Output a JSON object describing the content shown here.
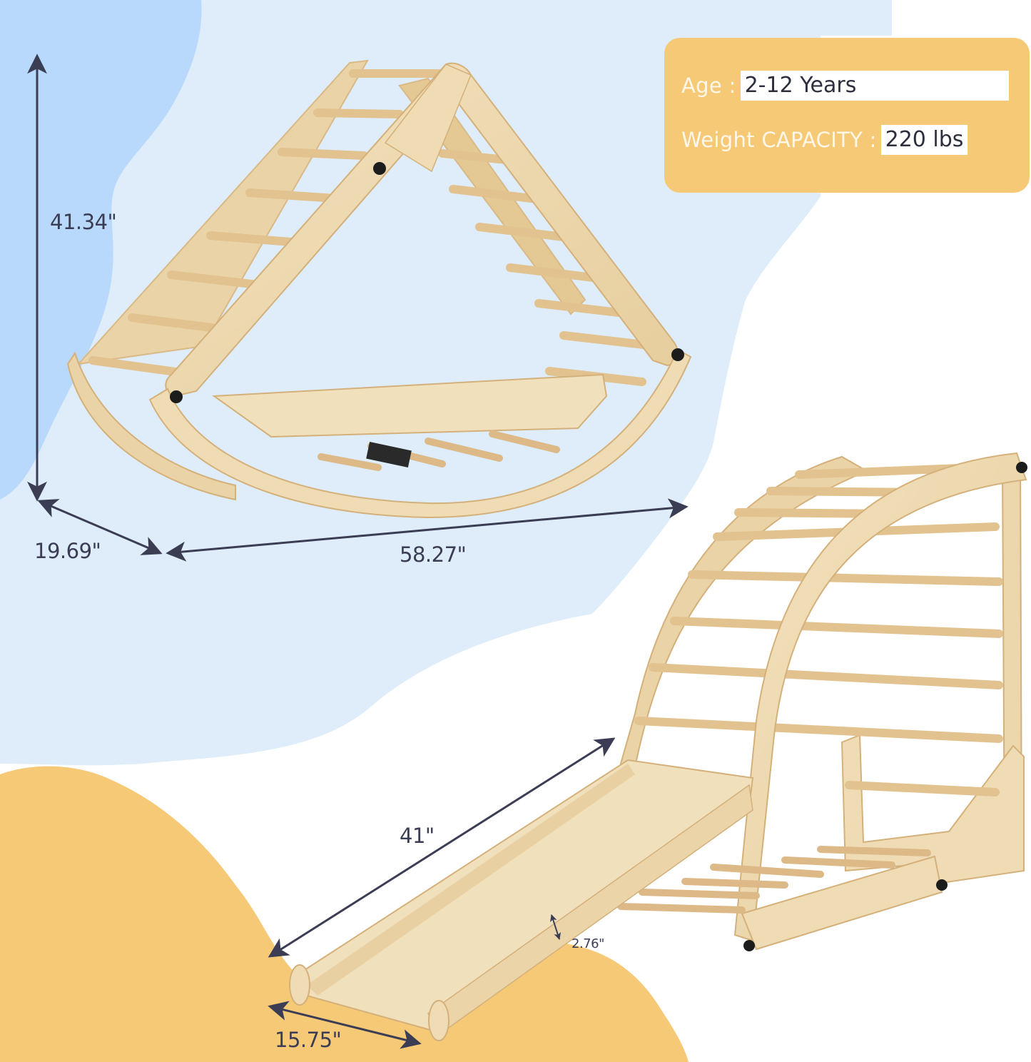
{
  "specs": {
    "age_label": "Age :",
    "age_value": "2-12 Years",
    "weight_label": "Weight CAPACITY :",
    "weight_value": "220 lbs"
  },
  "dimensions": {
    "triangle_height": "41.34\"",
    "triangle_depth": "19.69\"",
    "triangle_width": "58.27\"",
    "ramp_length": "41\"",
    "ramp_width": "15.75\"",
    "ramp_side_height": "2.76\""
  },
  "products": [
    {
      "name": "rocking-triangle-climber",
      "description": "wooden triangle climbing frame in rocker configuration"
    },
    {
      "name": "arch-climber-with-ramp",
      "description": "wooden arch climbing ladder with attached ramp/slide"
    }
  ],
  "colors": {
    "blue_blob": "#b8d9fb",
    "light_blue_blob": "#deedf9",
    "yellow_blob": "#f6c977",
    "wood": "#ecd6ac",
    "wood_light": "#f5e6c8",
    "wood_dark": "#d9b985",
    "arrow": "#3b3d55",
    "text_dark": "#3b3d55"
  }
}
